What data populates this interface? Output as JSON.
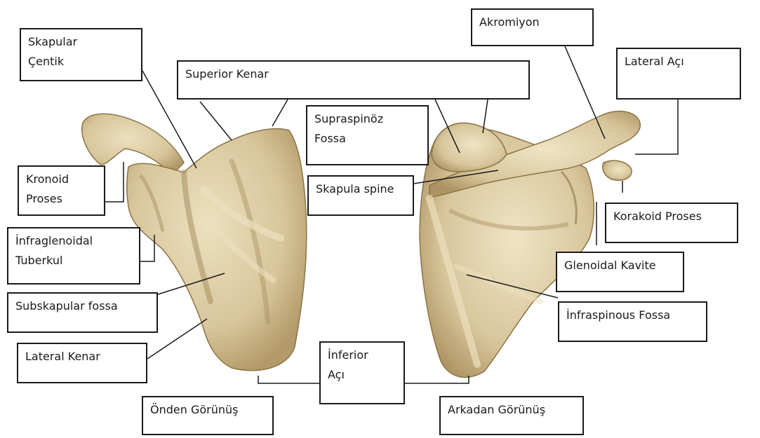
{
  "labels": {
    "skapular_centik": "Skapular\nÇentik",
    "superior_kenar": "Superior Kenar",
    "akromiyon": "Akromiyon",
    "lateral_aci": "Lateral Açı",
    "supraspinoz_fossa": "Supraspinöz\nFossa",
    "kronoid_proses": "Kronoid\nProses",
    "skapula_spine": "Skapula spine",
    "korakoid_proses": "Korakoid Proses",
    "infraglenoidal_tuberkul": "İnfraglenoidal\nTuberkul",
    "glenoidal_kavite": "Glenoidal Kavite",
    "subskapular_fossa": "Subskapular fossa",
    "infraspinous_fossa": "İnfraspinous Fossa",
    "lateral_kenar": "Lateral Kenar",
    "inferior_aci": "İnferior\nAçı",
    "onden_gorunus": "Önden Görünüş",
    "arkadan_gorunus": "Arkadan Görünüş"
  },
  "colors": {
    "bone_fill": "#d8c69b",
    "bone_shadow": "#a89060",
    "bone_highlight": "#ece0bf",
    "bone_outline": "#8a7447",
    "line": "#1a1a1a"
  }
}
